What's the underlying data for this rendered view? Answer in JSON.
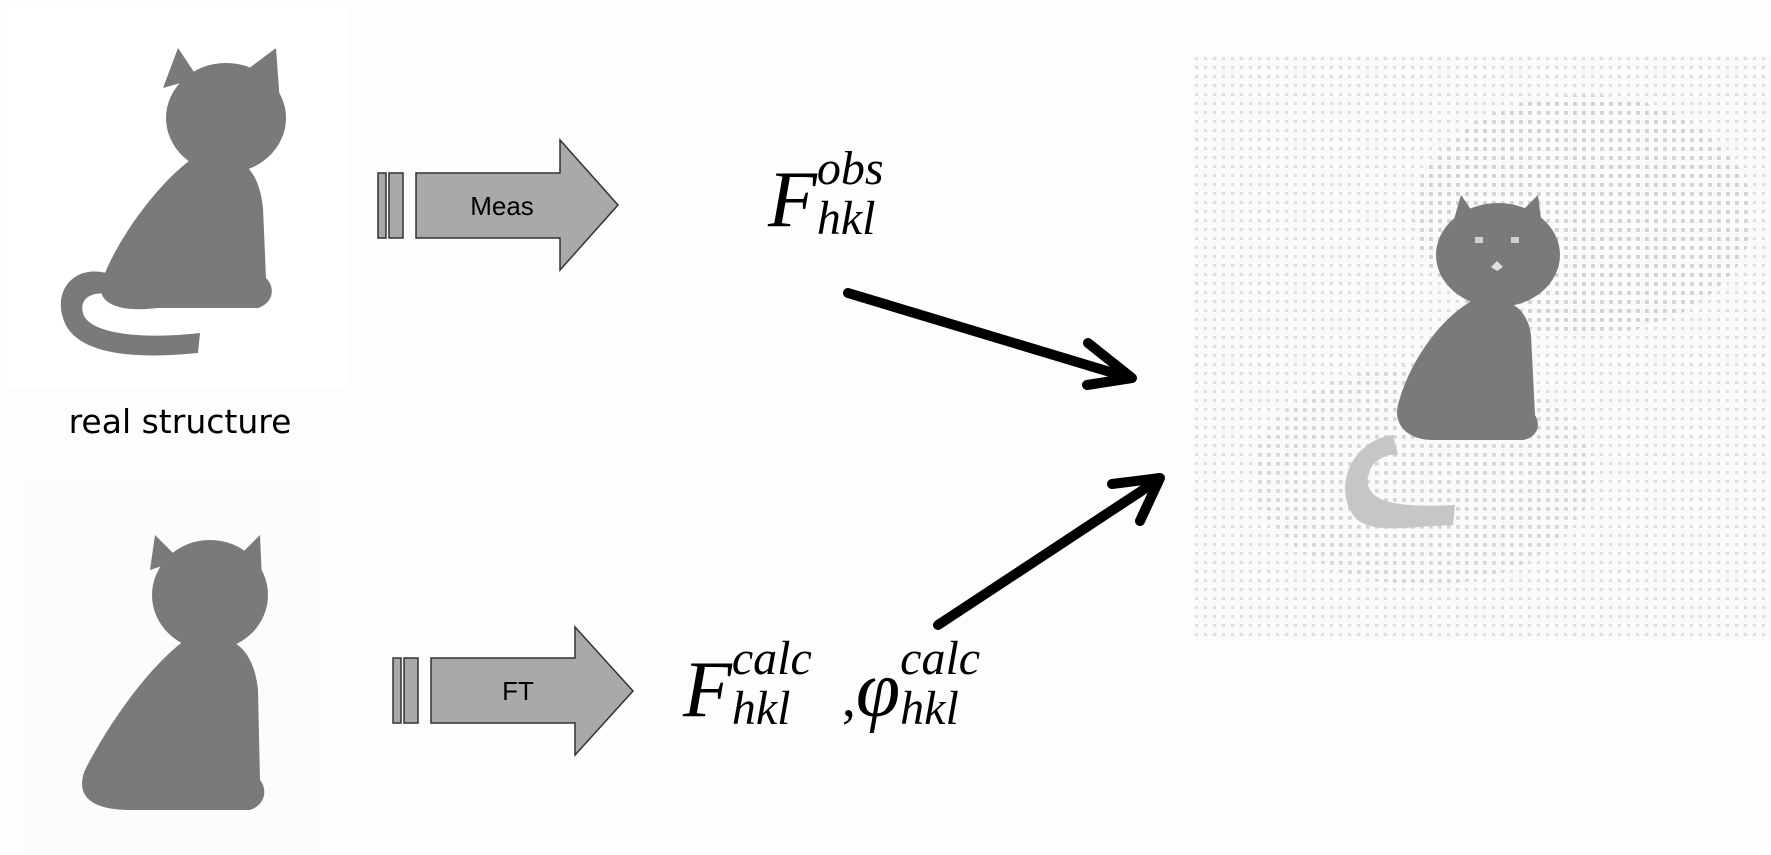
{
  "real_structure": {
    "label": "real structure"
  },
  "measure_arrow": {
    "label": "Meas"
  },
  "ft_arrow": {
    "label": "FT"
  },
  "observed": {
    "symbol": "F",
    "superscript": "obs",
    "subscript": "hkl"
  },
  "calculated": {
    "f_symbol": "F",
    "f_superscript": "calc",
    "f_subscript": "hkl",
    "separator": ",",
    "phi_symbol": "φ",
    "phi_superscript": "calc",
    "phi_subscript": "hkl"
  },
  "colors": {
    "cat_gray": "#7a7a7a",
    "arrow_fill": "#a9a9a9",
    "arrow_stroke": "#333333",
    "pointer": "#000000"
  }
}
